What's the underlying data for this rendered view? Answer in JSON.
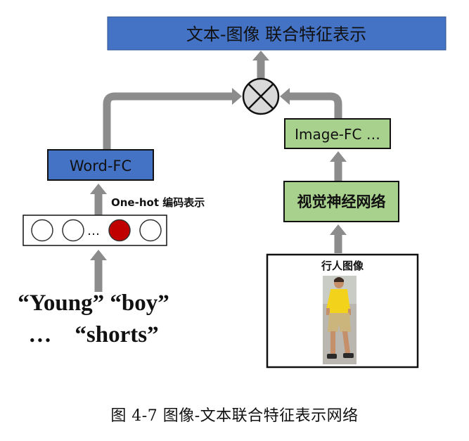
{
  "joint_feature_box": {
    "label": "文本-图像 联合特征表示"
  },
  "word_fc": {
    "label": "Word-FC"
  },
  "image_fc": {
    "label": "Image-FC …"
  },
  "cnn_box": {
    "label": "视觉神经网络"
  },
  "onehot": {
    "label": "One-hot 编码表示",
    "ellipsis": "…"
  },
  "pedestrian": {
    "label": "行人图像"
  },
  "words": {
    "line1": "“Young” “boy”",
    "line2": "…    “shorts”"
  },
  "caption": "图 4-7  图像-文本联合特征表示网络",
  "colors": {
    "blue_box": "#4472c4",
    "green_box": "#a9d18e",
    "arrow_gray": "#8c8c8c",
    "red_dot": "#c00000"
  }
}
